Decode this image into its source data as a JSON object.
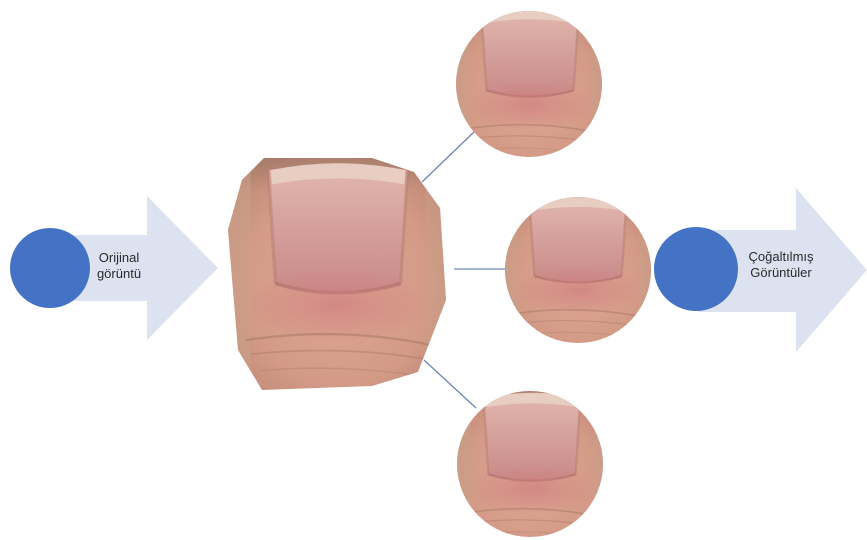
{
  "diagram": {
    "input_label_lines": [
      "Orijinal",
      "görüntü"
    ],
    "output_label_lines": [
      "Çoğaltılmış",
      "Görüntüler"
    ]
  },
  "colors": {
    "arrow_fill": "#dde2f1",
    "circle_fill": "#4472c4",
    "connector_line": "#6d86b5",
    "skin_base": "#d9a08e",
    "nail_plate": "#d7a3a0",
    "nail_bed_pink": "#c9787c"
  },
  "icons": [
    "fingernail-image"
  ]
}
